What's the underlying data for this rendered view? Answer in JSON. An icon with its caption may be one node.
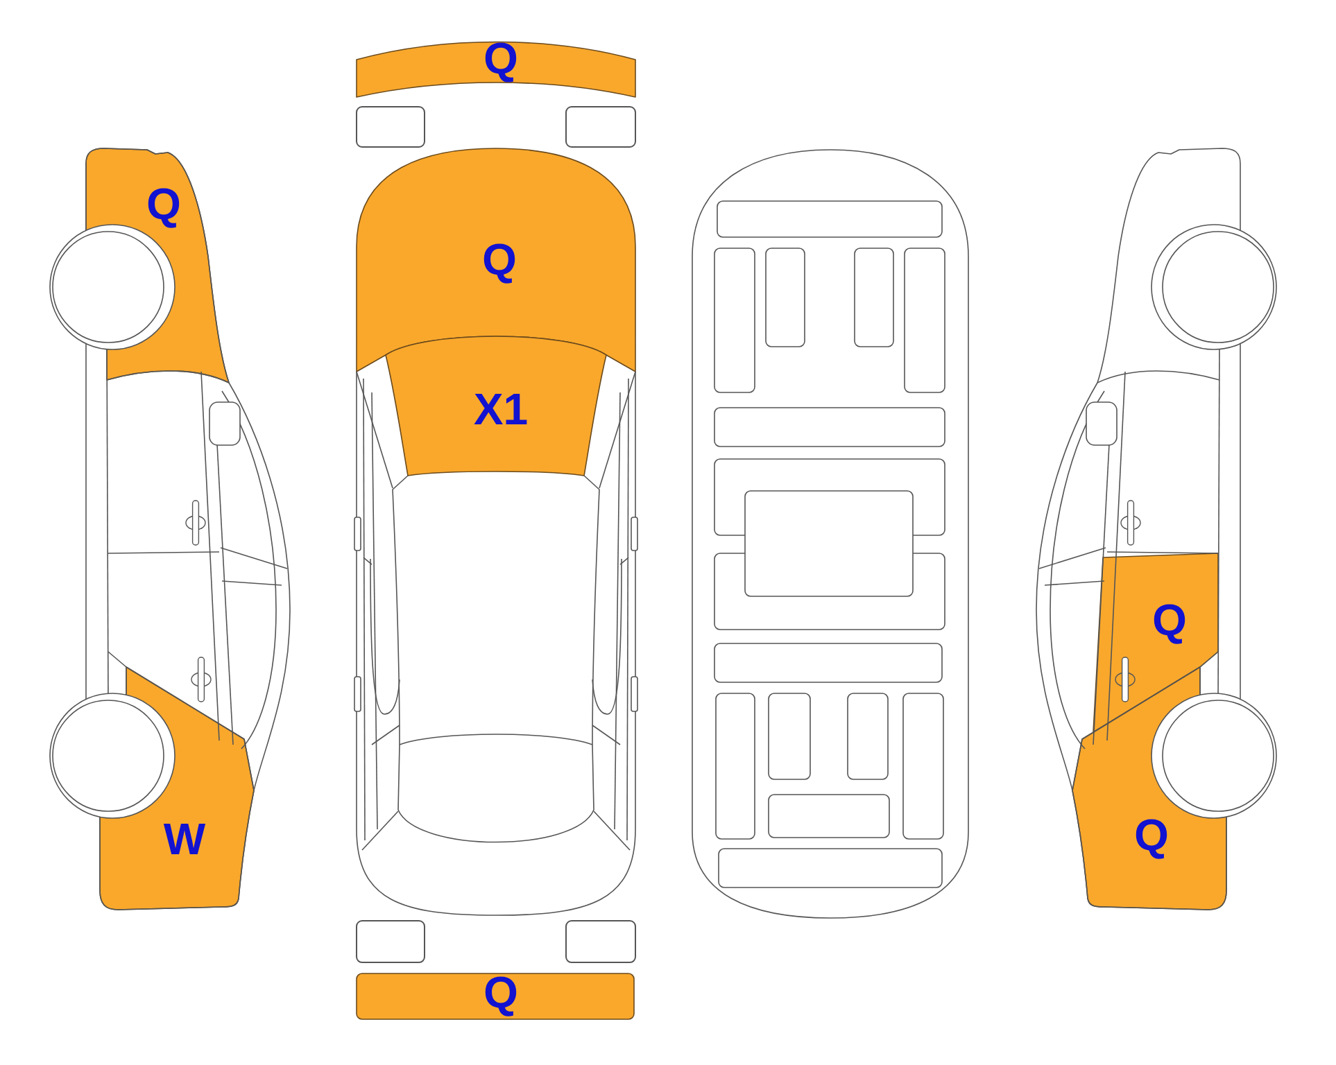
{
  "diagram": {
    "nodes": [
      {
        "text": [
          "Q"
        ]
      },
      {
        "text": [
          "Q"
        ]
      },
      {
        "text": [
          "Q"
        ]
      },
      {
        "text": [
          "X1"
        ]
      },
      {
        "text": [
          "Q"
        ]
      },
      {
        "text": [
          "W"
        ]
      },
      {
        "text": [
          "Q"
        ]
      },
      {
        "text": [
          "Q"
        ]
      }
    ]
  }
}
